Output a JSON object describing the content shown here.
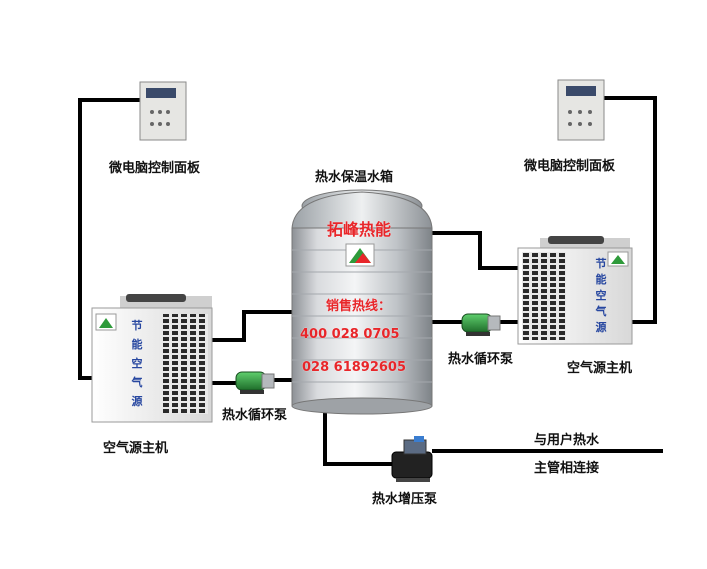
{
  "labels": {
    "control_panel_left": "微电脑控制面板",
    "control_panel_right": "微电脑控制面板",
    "tank": "热水保温水箱",
    "heat_pump_left": "空气源主机",
    "heat_pump_right": "空气源主机",
    "circ_pump_left": "热水循环泵",
    "circ_pump_right": "热水循环泵",
    "booster_pump": "热水增压泵",
    "user_connection_line1": "与用户热水",
    "user_connection_line2": "主管相连接"
  },
  "tank_text": {
    "brand": "拓峰热能",
    "hotline_label": "销售热线：",
    "phone1": "400  028  0705",
    "phone2": "028  61892605"
  },
  "unit_text": {
    "left": [
      "节",
      "能",
      "空",
      "气",
      "源"
    ],
    "right": [
      "节",
      "能",
      "空",
      "气",
      "源"
    ]
  },
  "colors": {
    "pipe": "#000000",
    "tank_steel": "#c9ccd0",
    "unit_body": "#f2f2f2",
    "unit_grille": "#2b2b2b",
    "accent_text": "#e8262a",
    "pump_green": "#2e8b3a",
    "unit_label_blue": "#2747a0"
  }
}
